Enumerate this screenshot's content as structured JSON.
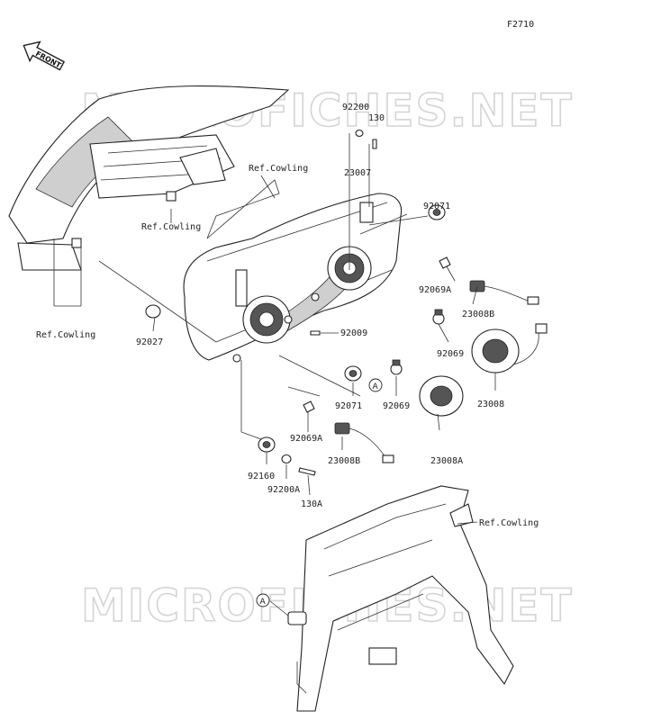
{
  "figure_code": "F2710",
  "front_tag": "FRONT",
  "watermark": "MICROFICHES.NET",
  "callout_letter": "A",
  "parts": [
    {
      "id": "p92200",
      "label": "92200"
    },
    {
      "id": "p130",
      "label": "130"
    },
    {
      "id": "p23007",
      "label": "23007"
    },
    {
      "id": "p92071a",
      "label": "92071"
    },
    {
      "id": "p92069a1",
      "label": "92069A"
    },
    {
      "id": "p23008b1",
      "label": "23008B"
    },
    {
      "id": "p92009",
      "label": "92009"
    },
    {
      "id": "p92069_1",
      "label": "92069"
    },
    {
      "id": "p23008",
      "label": "23008"
    },
    {
      "id": "p92027",
      "label": "92027"
    },
    {
      "id": "p92071b",
      "label": "92071"
    },
    {
      "id": "p92069_2",
      "label": "92069"
    },
    {
      "id": "p92069a2",
      "label": "92069A"
    },
    {
      "id": "p23008b2",
      "label": "23008B"
    },
    {
      "id": "p23008a",
      "label": "23008A"
    },
    {
      "id": "p92160",
      "label": "92160"
    },
    {
      "id": "p92200a",
      "label": "92200A"
    },
    {
      "id": "p130a",
      "label": "130A"
    }
  ],
  "references": [
    {
      "id": "ref1",
      "label": "Ref.Cowling"
    },
    {
      "id": "ref2",
      "label": "Ref.Cowling"
    },
    {
      "id": "ref3",
      "label": "Ref.Cowling"
    },
    {
      "id": "ref4",
      "label": "Ref.Cowling"
    }
  ]
}
